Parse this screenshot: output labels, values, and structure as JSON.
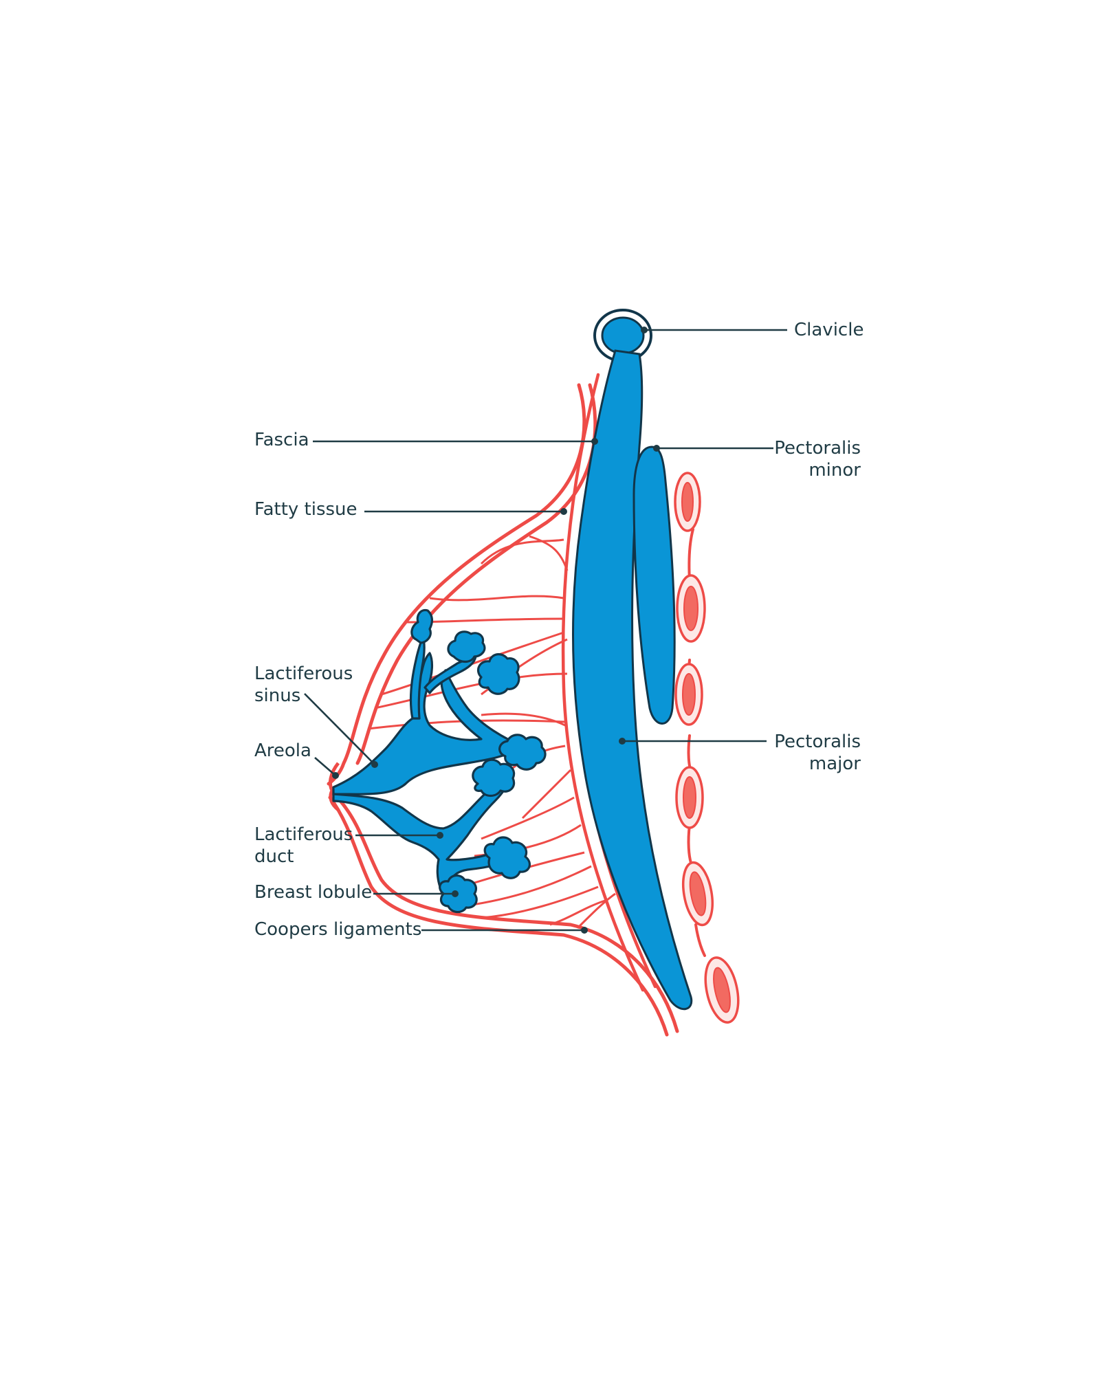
{
  "labels": {
    "clavicle": "Clavicle",
    "fascia": "Fascia",
    "fatty_tissue": "Fatty tissue",
    "pectoralis_minor_line1": "Pectoralis",
    "pectoralis_minor_line2": "minor",
    "lactiferous_sinus_line1": "Lactiferous",
    "lactiferous_sinus_line2": "sinus",
    "areola": "Areola",
    "pectoralis_major_line1": "Pectoralis",
    "pectoralis_major_line2": "major",
    "lactiferous_duct_line1": "Lactiferous",
    "lactiferous_duct_line2": "duct",
    "breast_lobule": "Breast lobule",
    "coopers_ligaments": "Coopers ligaments"
  },
  "colors": {
    "muscle": "#0a95d6",
    "tissue": "#ee4b47",
    "outline": "#12364a",
    "text": "#1f3b44",
    "background": "#ffffff"
  }
}
